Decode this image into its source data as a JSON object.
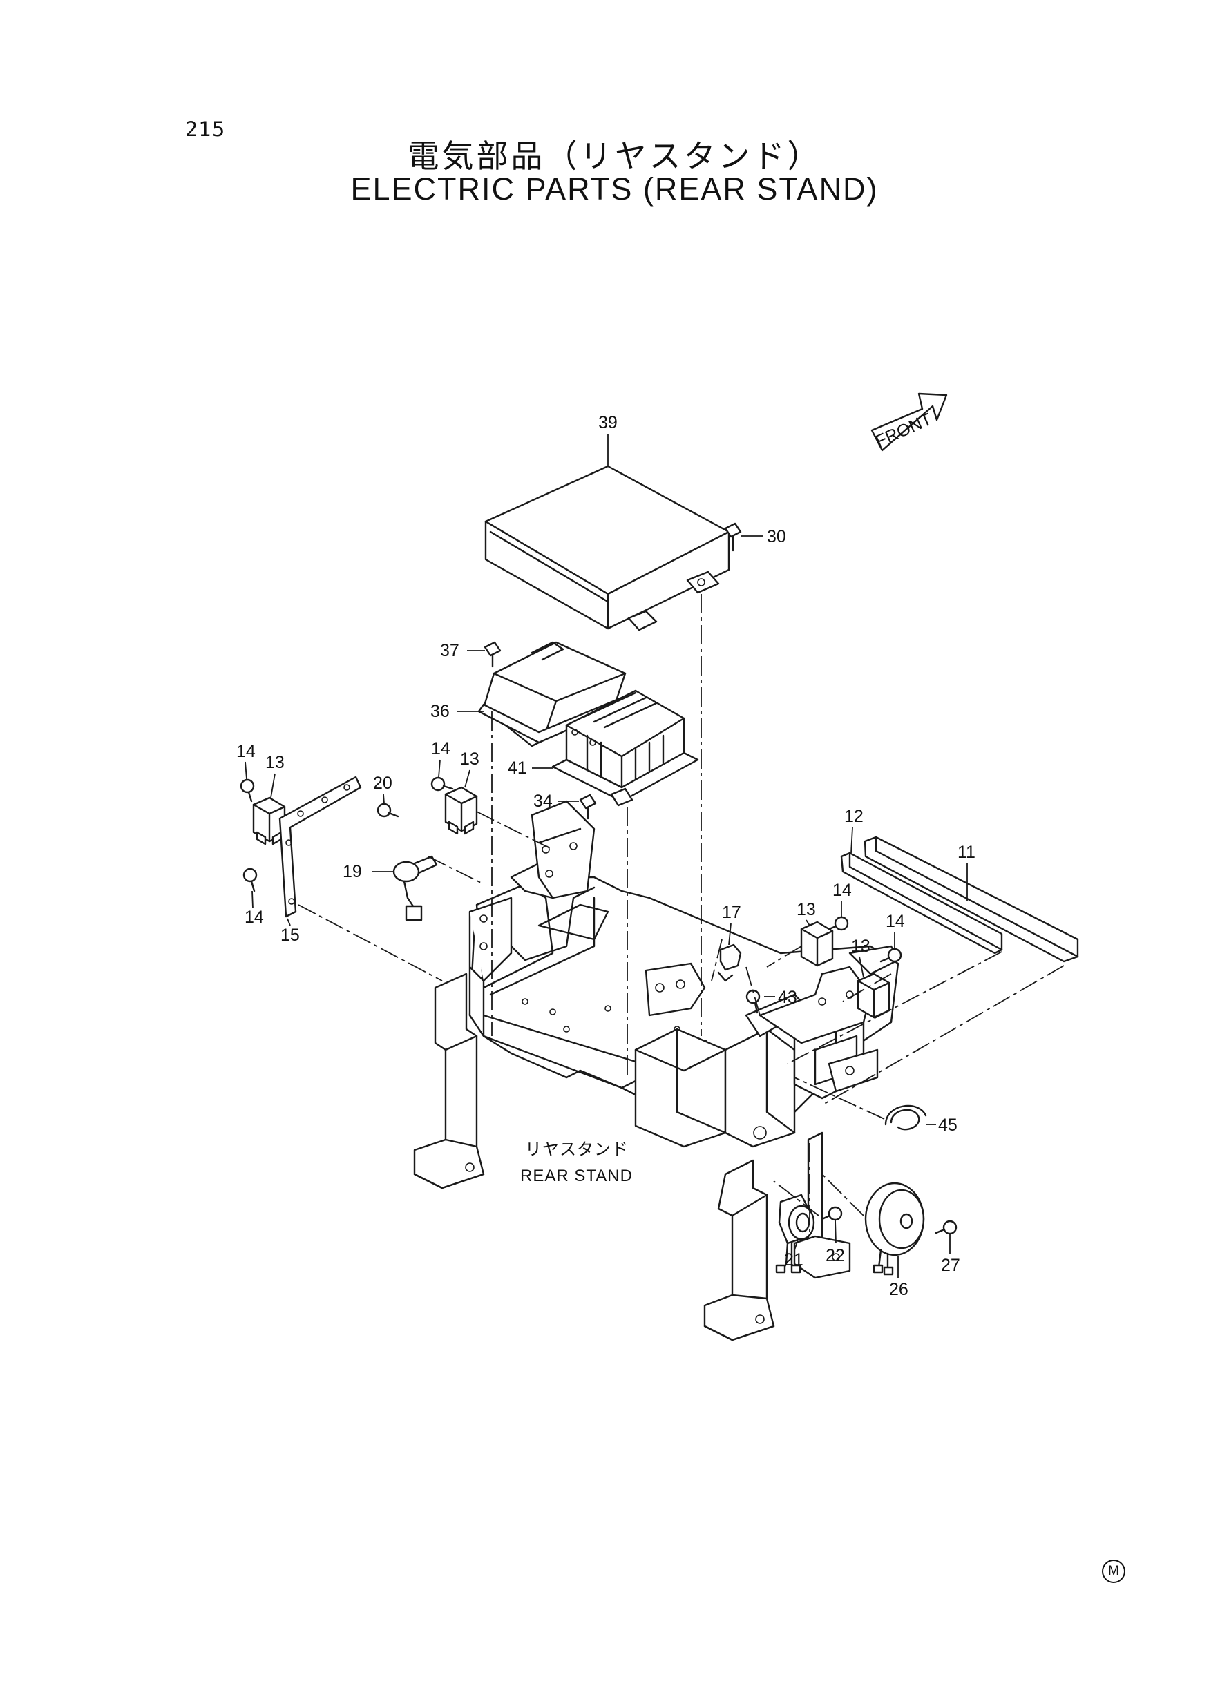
{
  "page_number": "215",
  "title": {
    "jp": "電気部品（リヤスタンド）",
    "en": "ELECTRIC PARTS (REAR STAND)"
  },
  "front_label": "FRONT",
  "stand_label": {
    "jp": "リヤスタンド",
    "en": "REAR STAND"
  },
  "callouts": [
    "39",
    "30",
    "37",
    "36",
    "41",
    "34",
    "14",
    "13",
    "20",
    "19",
    "15",
    "12",
    "11",
    "17",
    "43",
    "45",
    "21",
    "22",
    "26",
    "27"
  ],
  "corner_mark": "M"
}
